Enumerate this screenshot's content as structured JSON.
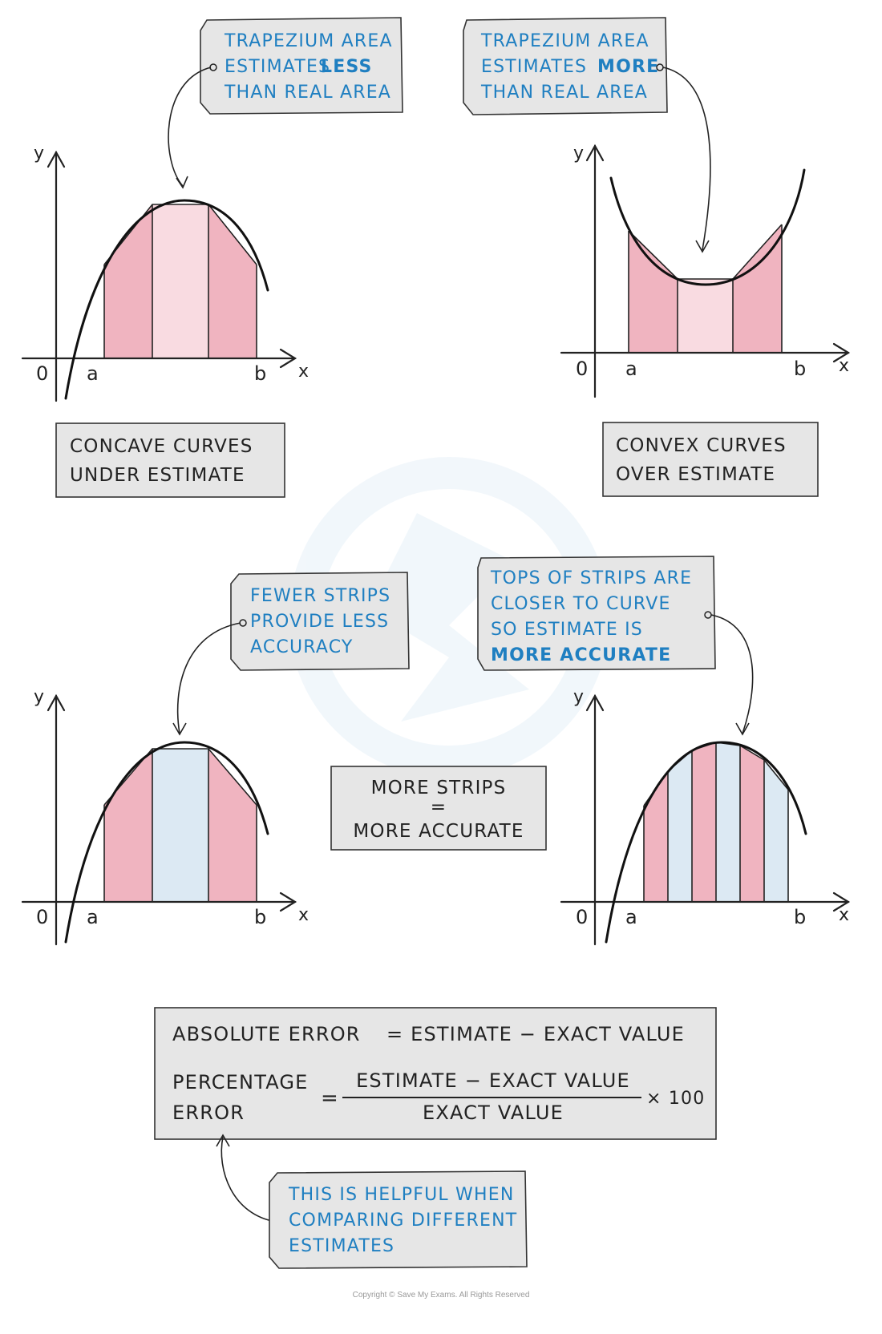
{
  "panels": {
    "concave": {
      "callout": [
        "TRAPEZIUM  AREA",
        "ESTIMATES",
        "LESS",
        "THAN  REAL  AREA"
      ],
      "caption": [
        "CONCAVE  CURVES",
        "UNDER  ESTIMATE"
      ],
      "labels": {
        "y": "y",
        "x": "x",
        "origin": "0",
        "a": "a",
        "b": "b"
      }
    },
    "convex": {
      "callout": [
        "TRAPEZIUM  AREA",
        "ESTIMATES",
        "MORE",
        "THAN  REAL  AREA"
      ],
      "caption": [
        "CONVEX  CURVES",
        "OVER  ESTIMATE"
      ],
      "labels": {
        "y": "y",
        "x": "x",
        "origin": "0",
        "a": "a",
        "b": "b"
      }
    },
    "fewer": {
      "callout": [
        "FEWER  STRIPS",
        "PROVIDE  LESS",
        "ACCURACY"
      ],
      "labels": {
        "y": "y",
        "x": "x",
        "origin": "0",
        "a": "a",
        "b": "b"
      }
    },
    "more": {
      "callout": [
        "TOPS  OF  STRIPS  ARE",
        "CLOSER  TO  CURVE",
        "SO  ESTIMATE  IS",
        "MORE  ACCURATE"
      ],
      "labels": {
        "y": "y",
        "x": "x",
        "origin": "0",
        "a": "a",
        "b": "b"
      }
    }
  },
  "middle_box": [
    "MORE  STRIPS",
    "=",
    "MORE  ACCURATE"
  ],
  "formulas": {
    "absolute_label": "ABSOLUTE  ERROR",
    "absolute_rhs": "= ESTIMATE − EXACT  VALUE",
    "percentage_label_1": "PERCENTAGE",
    "percentage_label_2": "ERROR",
    "equals": "=",
    "numerator": "ESTIMATE − EXACT  VALUE",
    "denominator": "EXACT  VALUE",
    "multiplier": "× 100"
  },
  "note": [
    "THIS  IS  HELPFUL  WHEN",
    "COMPARING  DIFFERENT",
    "ESTIMATES"
  ],
  "copyright": "Copyright © Save My Exams. All Rights Reserved",
  "colors": {
    "text_blue": "#1f7fc1",
    "strip_pink": "#f0b4c0",
    "strip_pale_pink": "#f9dbe1",
    "strip_light_blue": "#dce9f3",
    "box_grey": "#e6e6e6"
  }
}
